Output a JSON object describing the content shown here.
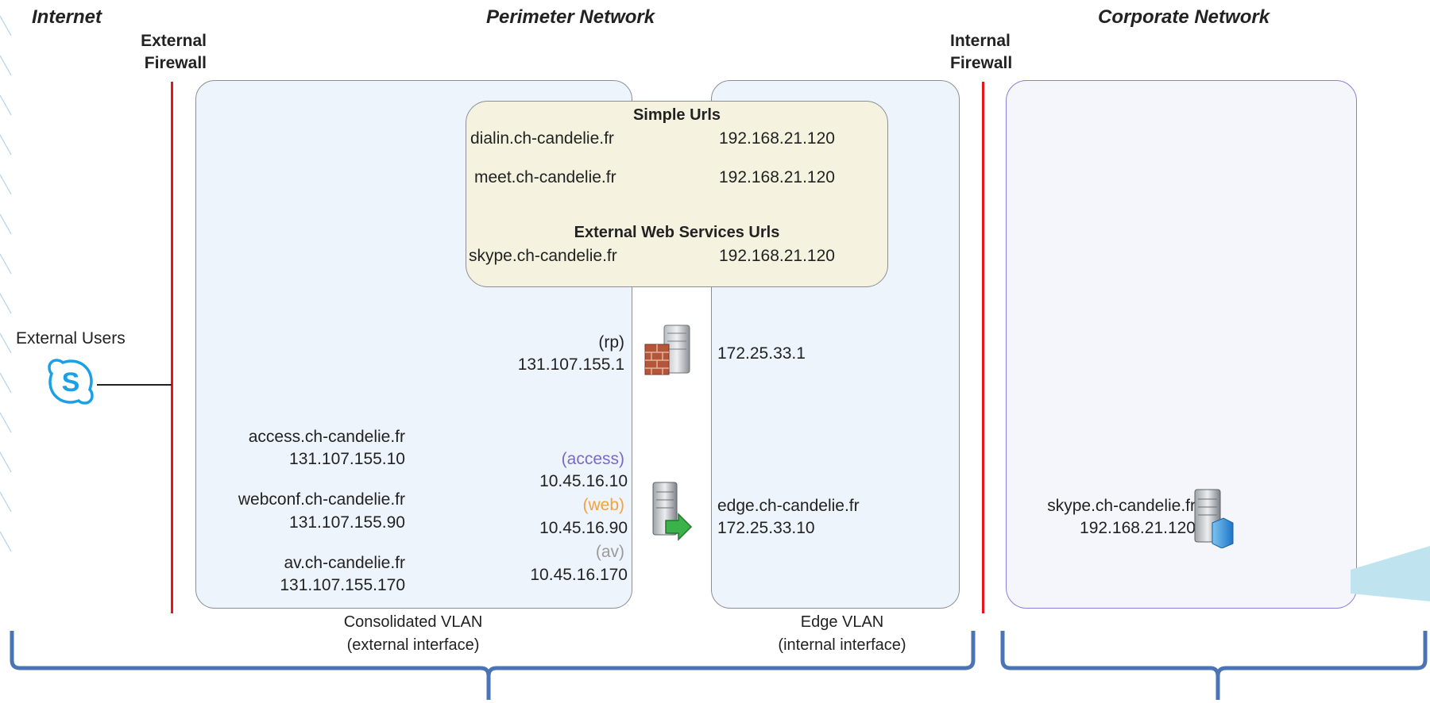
{
  "zones": {
    "internet": "Internet",
    "perimeter": "Perimeter Network",
    "corporate": "Corporate Network"
  },
  "firewalls": {
    "external": [
      "External",
      "Firewall"
    ],
    "internal": [
      "Internal",
      "Firewall"
    ]
  },
  "external_users": "External Users",
  "simple_urls": {
    "title": "Simple Urls",
    "rows": [
      {
        "url": "dialin.ch-candelie.fr",
        "ip": "192.168.21.120"
      },
      {
        "url": "meet.ch-candelie.fr",
        "ip": "192.168.21.120"
      }
    ]
  },
  "web_services": {
    "title": "External Web Services Urls",
    "url": "skype.ch-candelie.fr",
    "ip": "192.168.21.120"
  },
  "reverse_proxy": {
    "role": "(rp)",
    "ext_ip": "131.107.155.1",
    "int_ip": "172.25.33.1"
  },
  "edge_external": {
    "fqdns": [
      {
        "name": "access.ch-candelie.fr",
        "ip": "131.107.155.10"
      },
      {
        "name": "webconf.ch-candelie.fr",
        "ip": "131.107.155.90"
      },
      {
        "name": "av.ch-candelie.fr",
        "ip": "131.107.155.170"
      }
    ],
    "roles": [
      {
        "role": "(access)",
        "ip": "10.45.16.10",
        "color": "#7b68c9"
      },
      {
        "role": "(web)",
        "ip": "10.45.16.90",
        "color": "#f4a23c"
      },
      {
        "role": "(av)",
        "ip": "10.45.16.170",
        "color": "#9a9a9a"
      }
    ]
  },
  "edge_internal": {
    "fqdn": "edge.ch-candelie.fr",
    "ip": "172.25.33.10"
  },
  "corporate_server": {
    "fqdn": "skype.ch-candelie.fr",
    "ip": "192.168.21.120"
  },
  "vlans": {
    "consolidated": [
      "Consolidated VLAN",
      "(external interface)"
    ],
    "edge": [
      "Edge VLAN",
      "(internal interface)"
    ]
  },
  "colors": {
    "firewall": "#e8141c",
    "bracket": "#4a74b4",
    "skype": "#1aa0e6"
  },
  "icons": [
    "skype-icon",
    "firewall-server-icon",
    "edge-server-icon",
    "front-end-server-icon"
  ]
}
